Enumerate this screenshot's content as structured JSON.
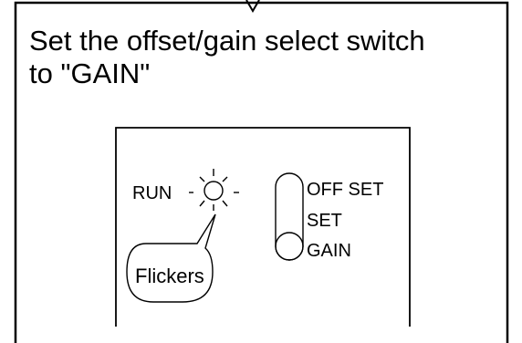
{
  "instruction": {
    "line1": "Set the offset/gain select switch",
    "line2": "to \"GAIN\""
  },
  "indicator": {
    "label": "RUN",
    "icon": "led-flicker-icon"
  },
  "callout": {
    "text": "Flickers"
  },
  "switch": {
    "icon": "toggle-switch-icon",
    "positions": [
      "OFF SET",
      "SET",
      "GAIN"
    ],
    "selected": "GAIN"
  },
  "colors": {
    "line": "#000000",
    "background": "#ffffff"
  }
}
